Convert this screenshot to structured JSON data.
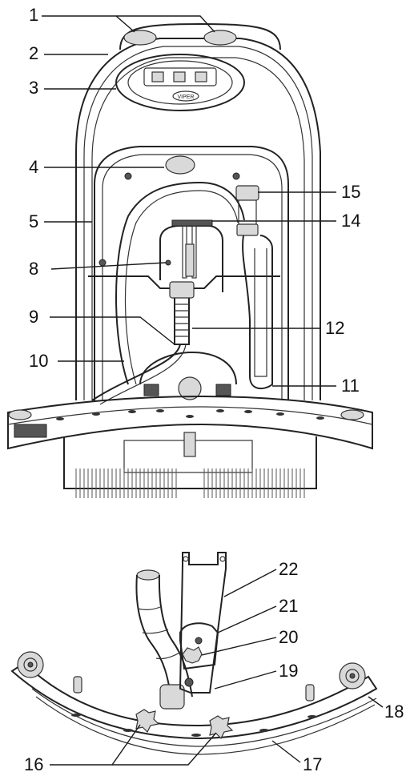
{
  "callouts": [
    {
      "id": "c1",
      "text": "1"
    },
    {
      "id": "c2",
      "text": "2"
    },
    {
      "id": "c3",
      "text": "3"
    },
    {
      "id": "c4",
      "text": "4"
    },
    {
      "id": "c5",
      "text": "5"
    },
    {
      "id": "c8",
      "text": "8"
    },
    {
      "id": "c9",
      "text": "9"
    },
    {
      "id": "c10",
      "text": "10"
    },
    {
      "id": "c15",
      "text": "15"
    },
    {
      "id": "c14",
      "text": "14"
    },
    {
      "id": "c12",
      "text": "12"
    },
    {
      "id": "c11",
      "text": "11"
    },
    {
      "id": "c22",
      "text": "22"
    },
    {
      "id": "c21",
      "text": "21"
    },
    {
      "id": "c20",
      "text": "20"
    },
    {
      "id": "c19",
      "text": "19"
    },
    {
      "id": "c18",
      "text": "18"
    },
    {
      "id": "c16",
      "text": "16"
    },
    {
      "id": "c17",
      "text": "17"
    }
  ],
  "logo": "VIPER"
}
